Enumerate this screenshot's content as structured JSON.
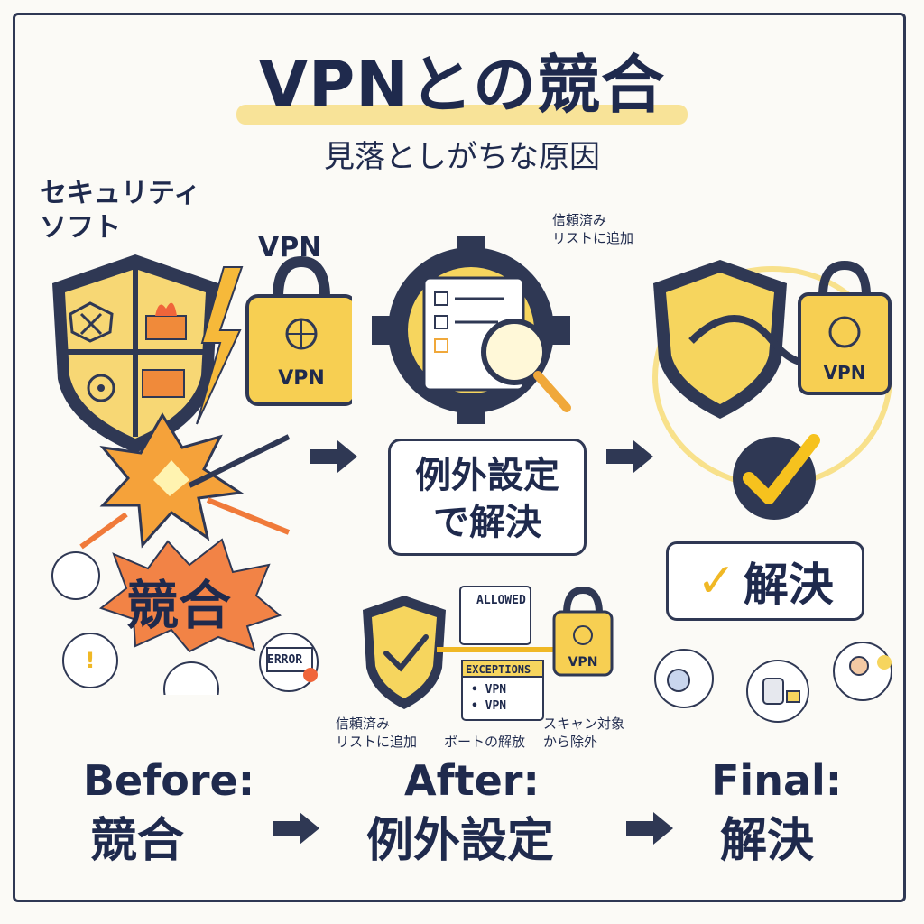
{
  "title": "VPNとの競合",
  "subtitle": "見落としがちな原因",
  "security_label": "セキュリティ\nソフト",
  "vpn_label": "VPN",
  "lock_text": "VPN",
  "conflict_label": "競合",
  "trusted_note": "信頼済み\nリストに追加",
  "callout_text": "例外設定\nで解決",
  "allowed_label": "ALLOWED",
  "exceptions_label": "EXCEPTIONS",
  "exceptions_items": [
    "• VPN",
    "• VPN"
  ],
  "error_label": "ERROR",
  "bottom_notes": {
    "trusted": "信頼済み\nリストに追加",
    "port": "ポートの解放",
    "scan": "スキャン対象\nから除外"
  },
  "resolved_label": "解決",
  "captions": [
    {
      "heading": "Before:",
      "value": "競合"
    },
    {
      "heading": "After:",
      "value": "例外設定"
    },
    {
      "heading": "Final:",
      "value": "解決"
    }
  ],
  "colors": {
    "navy": "#1f2a4d",
    "yellow": "#f6cf4a",
    "orange": "#f07a3a",
    "gray": "#c9cdd6"
  }
}
